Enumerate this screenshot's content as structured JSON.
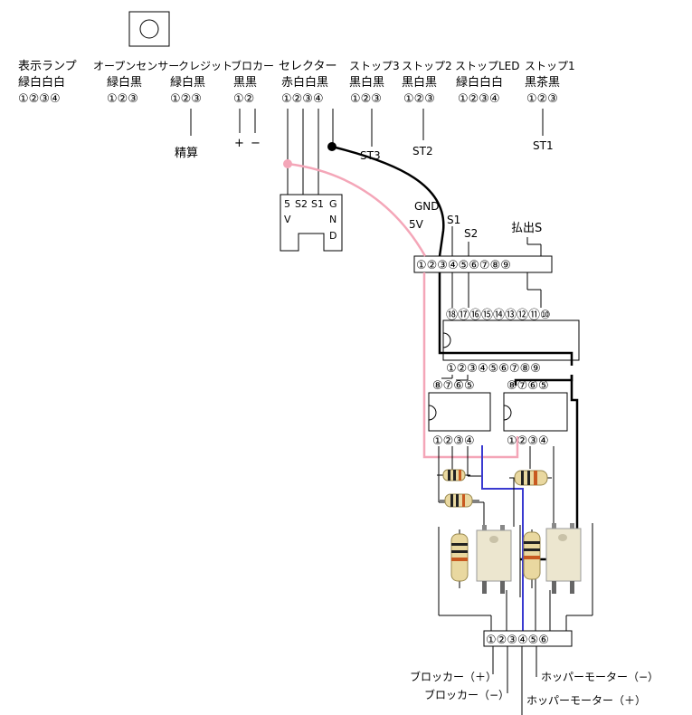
{
  "connectors": [
    {
      "name": "表示ランプ",
      "colors": "緑白白白",
      "pins": "①②③④"
    },
    {
      "name": "オープンセンサー",
      "colors": "緑白黒",
      "pins": "①②③"
    },
    {
      "name": "クレジット",
      "colors": "緑白黒",
      "pins": "①②③"
    },
    {
      "name": "ブロカー",
      "colors": "黒黒",
      "pins": "①②"
    },
    {
      "name": "セレクター",
      "colors": "赤白白黒",
      "pins": "①②③④"
    },
    {
      "name": "ストップ3",
      "colors": "黒白黒",
      "pins": "①②③"
    },
    {
      "name": "ストップ2",
      "colors": "黒白黒",
      "pins": "①②③"
    },
    {
      "name": "ストップLED",
      "colors": "緑白白白",
      "pins": "①②③④"
    },
    {
      "name": "ストップ1",
      "colors": "黒茶黒",
      "pins": "①②③"
    }
  ],
  "labels": {
    "seisan": "精算",
    "plus": "+",
    "minus": "−",
    "st3": "ST3",
    "st2": "ST2",
    "st1": "ST1",
    "gnd": "GND",
    "v5": "5V",
    "s1": "S1",
    "s2": "S2",
    "haraidashi": "払出S",
    "sel_5": "5",
    "sel_v": "V",
    "sel_s2": "S2",
    "sel_s1": "S1",
    "sel_g": "G",
    "sel_n": "N",
    "sel_d": "D"
  },
  "pin_rows": {
    "top9": "①②③④⑤⑥⑦⑧⑨",
    "ic18_top": "⑱⑰⑯⑮⑭⑬⑫⑪⑩",
    "ic18_bottom": "①②③④⑤⑥⑦⑧⑨",
    "ic8a_top": "⑧⑦⑥⑤",
    "ic8a_bottom": "①②③④",
    "ic8b_top": "⑧⑦⑥⑤",
    "ic8b_bottom": "①②③④",
    "bottom6": "①②③④⑤⑥"
  },
  "outputs": {
    "blocker_plus": "ブロッカー（＋）",
    "blocker_minus": "ブロッカー（−）",
    "hopper_minus": "ホッパーモーター（−）",
    "hopper_plus": "ホッパーモーター（＋）"
  },
  "colors": {
    "pink_wire": "#f4a6b8",
    "blue_wire": "#3a3ad0",
    "black_wire": "#000000"
  }
}
